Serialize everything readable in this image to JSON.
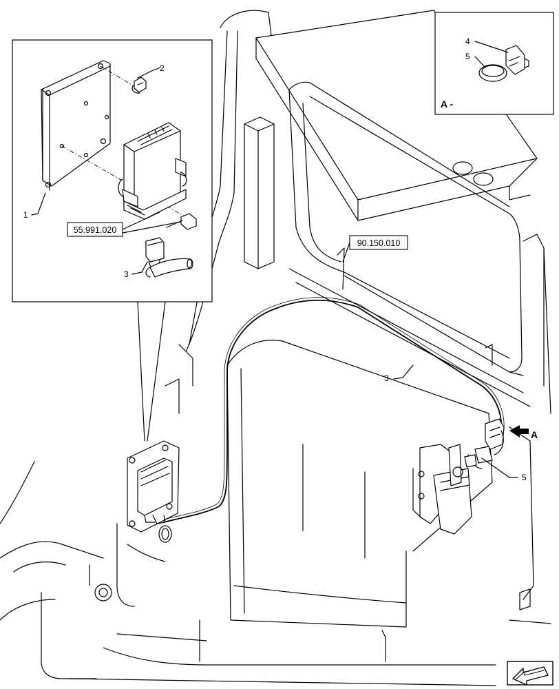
{
  "detail_view": {
    "label": "A -",
    "callouts": [
      {
        "id": "detail-callout-4",
        "text": "4"
      },
      {
        "id": "detail-callout-5",
        "text": "5"
      }
    ]
  },
  "inset": {
    "callouts": {
      "mounting_plate": "1",
      "bolt": "2",
      "harness": "3"
    },
    "reference": "55.991.020"
  },
  "main_view": {
    "reference": "90.150.010",
    "harness_callout": "3",
    "clip_callout": "5",
    "view_arrow_label": "A"
  },
  "nav_icon": "arrow-icon"
}
